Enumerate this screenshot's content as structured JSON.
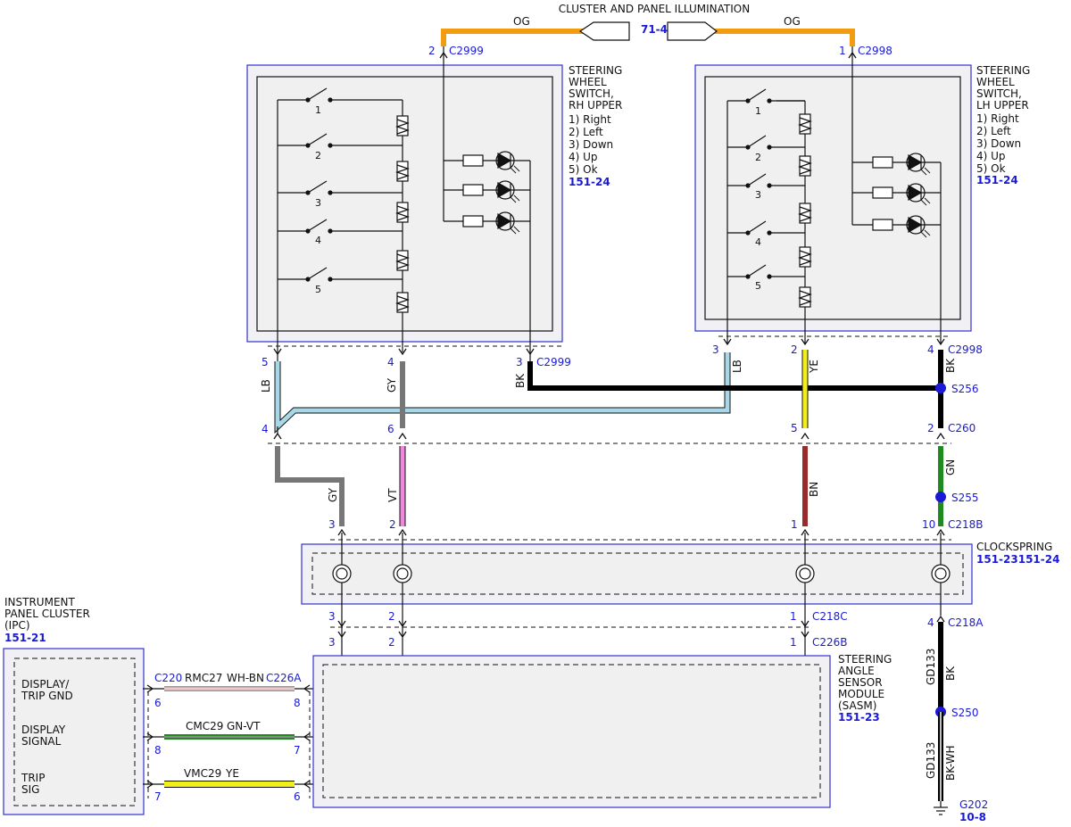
{
  "title": "CLUSTER AND PANEL ILLUMINATION",
  "illum_ref": "71-4",
  "colors": {
    "OG": "#f39c12",
    "LB": "#a8d8e8",
    "GY": "#777777",
    "BK": "#000000",
    "YE": "#f2ee1c",
    "VT": "#ee88dd",
    "BN": "#9b2b2b",
    "GN": "#1f8a1f",
    "blue": "#1a1ad6",
    "box": "#f2f2f2",
    "outline": "#3333cc"
  },
  "rh_switch": {
    "name": [
      "STEERING",
      "WHEEL",
      "SWITCH,",
      "RH UPPER"
    ],
    "items": [
      "1) Right",
      "2) Left",
      "3) Down",
      "4) Up",
      "5) Ok"
    ],
    "ref": "151-24",
    "switch_nums": [
      "1",
      "2",
      "3",
      "4",
      "5"
    ]
  },
  "lh_switch": {
    "name": [
      "STEERING",
      "WHEEL",
      "SWITCH,",
      "LH UPPER"
    ],
    "items": [
      "1) Right",
      "2) Left",
      "3) Down",
      "4) Up",
      "5) Ok"
    ],
    "ref": "151-24",
    "switch_nums": [
      "1",
      "2",
      "3",
      "4",
      "5"
    ]
  },
  "clockspring": {
    "name": "CLOCKSPRING",
    "ref": "151-23151-24"
  },
  "ipc": {
    "name": [
      "INSTRUMENT",
      "PANEL CLUSTER",
      "(IPC)"
    ],
    "ref": "151-21",
    "pins": [
      [
        "DISPLAY/",
        "TRIP GND"
      ],
      [
        "DISPLAY",
        "SIGNAL"
      ],
      [
        "TRIP",
        "SIG"
      ]
    ]
  },
  "sasm": {
    "name": [
      "STEERING",
      "ANGLE",
      "SENSOR",
      "MODULE",
      "(SASM)"
    ],
    "ref": "151-23"
  },
  "connectors": {
    "c2999_top": "C2999",
    "c2998_top": "C2998",
    "c2999_bk": "C2999",
    "c2998_bk": "C2998",
    "c260": "C260",
    "c218b": "C218B",
    "c218c": "C218C",
    "c226b": "C226B",
    "c218a": "C218A",
    "c220": "C220",
    "c226a": "C226A"
  },
  "splices": {
    "s256": "S256",
    "s255": "S255",
    "s250": "S250"
  },
  "ground": {
    "name": "G202",
    "ref": "10-8"
  },
  "wire_labels": {
    "og": "OG",
    "lb": "LB",
    "gy": "GY",
    "bk": "BK",
    "ye": "YE",
    "vt": "VT",
    "bn": "BN",
    "gn": "GN",
    "gd133a": "GD133",
    "gd133b": "GD133",
    "bkwh": "BK-WH"
  },
  "circuits": [
    {
      "circuit": "RMC27",
      "color": "WH-BN"
    },
    {
      "circuit": "CMC29",
      "color": "GN-VT"
    },
    {
      "circuit": "VMC29",
      "color": "YE"
    }
  ],
  "pins": {
    "c2999_top": "2",
    "c2998_top": "1",
    "rh_lb": "5",
    "rh_gy": "4",
    "rh_bk": "3",
    "lh_lb": "3",
    "lh_ye": "2",
    "lh_bk": "4",
    "mid_lb": "4",
    "mid_gy": "6",
    "mid_ye": "5",
    "mid_bk": "2",
    "cs_gy": "3",
    "cs_vt": "2",
    "cs_bn": "1",
    "cs_gn": "10",
    "c218c_3": "3",
    "c218c_2": "2",
    "c218c_1": "1",
    "c226b_3": "3",
    "c226b_2": "2",
    "c226b_1": "1",
    "c218a": "4",
    "ipc_1": "6",
    "ipc_2": "8",
    "ipc_3": "7",
    "sasm_1": "8",
    "sasm_2": "7",
    "sasm_3": "6"
  }
}
